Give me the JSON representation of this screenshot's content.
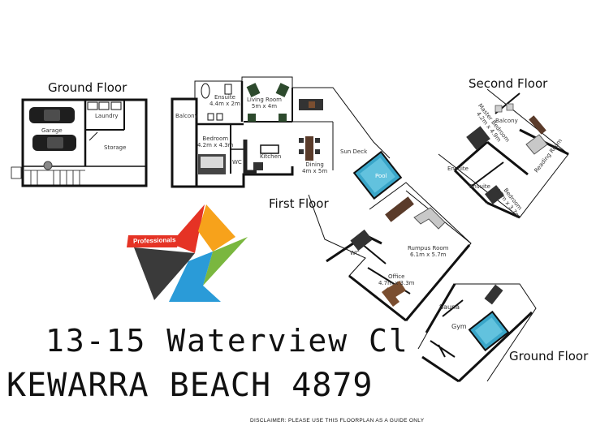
{
  "floors": {
    "ground_left": "Ground Floor",
    "first": "First Floor",
    "second": "Second Floor",
    "ground_right": "Ground Floor"
  },
  "rooms": {
    "garage": "Garage",
    "laundry": "Laundry",
    "storage": "Storage",
    "balcony_first": "Balcony",
    "ensuite_first": [
      "Ensuite",
      "4.4m x 2m"
    ],
    "living": [
      "Living Room",
      "5m x 4m"
    ],
    "bedroom_first": [
      "Bedroom",
      "4.2m x 4.3m"
    ],
    "wc_first": "WC",
    "kitchen": "Kitchen",
    "dining": [
      "Dining",
      "4m x 5m"
    ],
    "sun_deck": "Sun Deck",
    "pool": "Pool",
    "rumpus": [
      "Rumpus Room",
      "6.1m x 5.7m"
    ],
    "wc_rumpus": "WC",
    "office": [
      "Office",
      "4.7m x 3.3m"
    ],
    "balcony_second": "Balcony",
    "master_bedroom": [
      "Master Bedroom",
      "4.2m x 4.9m"
    ],
    "reading_room": "Reading Room",
    "ensuite_second_a": "Ensuite",
    "ensuite_second_b": "Ensuite",
    "bedroom_second": [
      "Bedroom",
      "4.3m x 3.7m"
    ],
    "sauna": "Sauna",
    "gym": "Gym"
  },
  "logo": {
    "text": "Professionals",
    "colors": [
      "#e53325",
      "#f7a21b",
      "#7ab73f",
      "#2a9bd8",
      "#3a3a3a"
    ]
  },
  "address": {
    "line1": "13-15 Waterview Cl",
    "line2": "KEWARRA BEACH 4879"
  },
  "disclaimer": "DISCLAIMER: PLEASE USE THIS FLOORPLAN AS A GUIDE ONLY"
}
